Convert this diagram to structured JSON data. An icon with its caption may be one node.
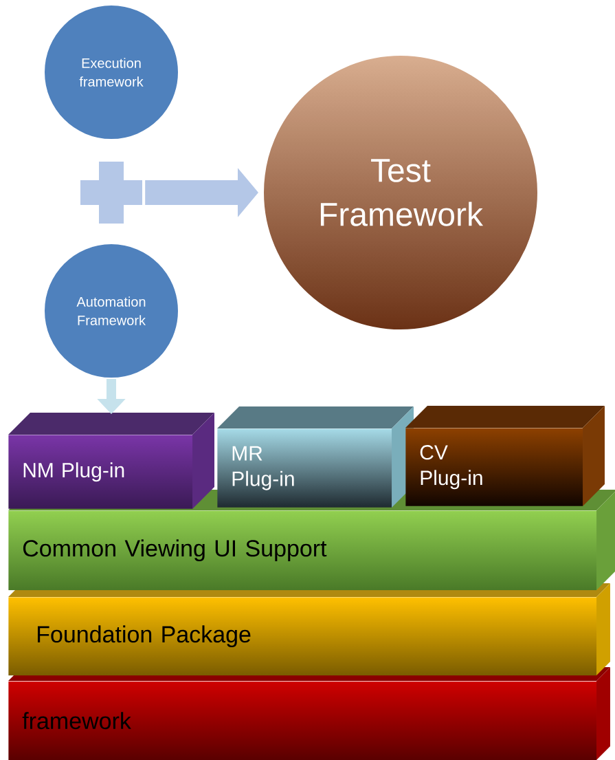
{
  "diagram": {
    "nodes": [
      {
        "text": [
          "Execution framework"
        ]
      },
      {
        "text": [],
        "shape": "cross"
      },
      {
        "text": [
          "Automation Framework"
        ]
      },
      {
        "text": [
          "Test Framework"
        ]
      },
      {
        "text": [
          "NM Plug-in"
        ]
      },
      {
        "text": [
          "MR Plug-in"
        ]
      },
      {
        "text": [
          "CV Plug-in"
        ]
      },
      {
        "text": [
          "Common Viewing UI Support"
        ]
      },
      {
        "text": [
          "Foundation Package"
        ]
      },
      {
        "text": [
          "framework"
        ]
      }
    ],
    "edges": [
      {
        "from": 1,
        "to": 3,
        "arrow": "to",
        "style": "thick"
      },
      {
        "from": 2,
        "to": 4,
        "arrow": "to"
      }
    ]
  }
}
